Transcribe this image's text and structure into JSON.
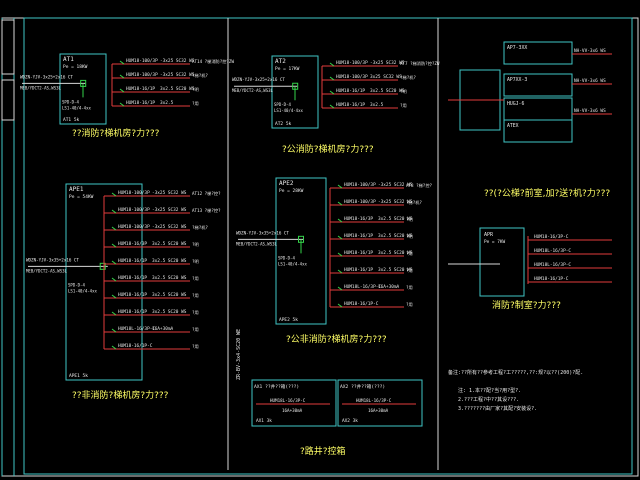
{
  "panels": [
    {
      "id": "AT1",
      "power": "Pe = 18KW",
      "captions": [
        "WDZN-YJV-3x25+2x16 CT",
        "MEB/YDCT2-AS,WS3L"
      ],
      "spd": [
        "SPD-D-4",
        "LS1-40/4-4xx"
      ],
      "bottom": "AT1 5k",
      "title": "??消防?梯机房?力???",
      "circuits": [
        {
          "breaker": "HUM18-100/3P",
          "cable": "-3x25 SC32 WS",
          "load": "AT14 ?梯消防?控?ZW"
        },
        {
          "breaker": "HUM18-100/3P",
          "cable": "-3x25 SC32 WS",
          "load": "?梯?机?"
        },
        {
          "breaker": "HUM18-16/1P",
          "cable": "3x2.5 SC20 WS",
          "load": "?明"
        },
        {
          "breaker": "HUM18-16/1P",
          "cable": "3x2.5",
          "load": "?用"
        }
      ]
    },
    {
      "id": "AT2",
      "power": "Pe = 17KW",
      "captions": [
        "WDZN-YJV-3x25+2x16 CT",
        "MEB/YDCT2-AS,WS3L"
      ],
      "spd": [
        "SPD-D-4",
        "LS1-40/4-4xx"
      ],
      "bottom": "AT2 5k",
      "title": "?公消防?梯机房?力???",
      "circuits": [
        {
          "breaker": "HUM18-100/3P",
          "cable": "-3x25 SC32 WS",
          "load": "AT7 ?梯消防?控?ZW"
        },
        {
          "breaker": "HUM18-100/3P",
          "cable": "3x25 SC32 WS",
          "load": "?梯?机?"
        },
        {
          "breaker": "HUM18-16/1P",
          "cable": "3x2.5 SC20 WS",
          "load": "?明"
        },
        {
          "breaker": "HUM18-16/1P",
          "cable": "3x2.5",
          "load": "?用"
        }
      ]
    },
    {
      "id": "APE1",
      "power": "Pe = 54KW",
      "captions": [
        "WDZN-YJV-3x35+2x16 CT",
        "MEB/YDCT2-AS,WS3L"
      ],
      "spd": [
        "SPD-D-4",
        "LS1-40/4-4xx"
      ],
      "bottom": "APE1 5k",
      "title": "??非消防?梯机房?力???",
      "circuits": [
        {
          "breaker": "HUM18-100/3P",
          "cable": "-3x25 SC32 WS",
          "load": "AT12 ?梯?控?"
        },
        {
          "breaker": "HUM18-100/3P",
          "cable": "-3x25 SC32 WS",
          "load": "AT13 ?梯?控?"
        },
        {
          "breaker": "HUM18-100/3P",
          "cable": "-3x25 SC32 WS",
          "load": "?梯?机?"
        },
        {
          "breaker": "HUM18-16/3P",
          "cable": "3x2.5 SC20 WS",
          "load": "?明"
        },
        {
          "breaker": "HUM18-16/1P",
          "cable": "3x2.5 SC20 WS",
          "load": "?明"
        },
        {
          "breaker": "HUM18-16/1P",
          "cable": "3x2.5 SC20 WS",
          "load": "?用"
        },
        {
          "breaker": "HUM18-16/1P",
          "cable": "3x2.5 SC20 WS",
          "load": "?用"
        },
        {
          "breaker": "HUM18-16/1P",
          "cable": "3x2.5 SC20 WS",
          "load": "?用"
        },
        {
          "breaker": "HUM18L-16/3P-C",
          "cable": "16A+30mA",
          "load": "?用"
        },
        {
          "breaker": "HUM18-16/1P-C",
          "cable": "",
          "load": "?用"
        }
      ]
    },
    {
      "id": "APE2",
      "power": "Pe = 28KW",
      "captions": [
        "WDZN-YJV-3x35+2x16 CT",
        "MEB/YDCT2-AS,WS3L"
      ],
      "spd": [
        "SPD-D-4",
        "LS1-40/4-4xx"
      ],
      "bottom": "APE2 5k",
      "title": "?公非消防?梯机房?力???",
      "circuits": [
        {
          "breaker": "HUM18-100/3P",
          "cable": "-3x25 SC32 WS",
          "load": "AT8 ?梯?控?"
        },
        {
          "breaker": "HUM18-100/3P",
          "cable": "-3x25 SC32 WS",
          "load": "?梯?机?"
        },
        {
          "breaker": "HUM18-16/3P",
          "cable": "3x2.5 SC20 WS",
          "load": "?明"
        },
        {
          "breaker": "HUM18-16/1P",
          "cable": "3x2.5 SC20 WS",
          "load": "?明"
        },
        {
          "breaker": "HUM18-16/1P",
          "cable": "3x2.5 SC20 WS",
          "load": "?用"
        },
        {
          "breaker": "HUM18-16/1P",
          "cable": "3x2.5 SC20 WS",
          "load": "?用"
        },
        {
          "breaker": "HUM18L-16/3P-C",
          "cable": "16A+30mA",
          "load": "?用"
        },
        {
          "breaker": "HUM18-16/1P-C",
          "cable": "",
          "load": "?用"
        }
      ]
    }
  ],
  "right_top": {
    "title": "??(?公梯?前室,加?送?机?力???",
    "boxes": [
      "AP7-3XX",
      "AP7XX-3",
      "HUGJ-6",
      "ATEX"
    ],
    "loads": [
      "NH-VV-3x6 WS",
      "NH-VV-3x6 WS",
      "NH-VV-3x6 WS"
    ]
  },
  "right_mid": {
    "title": "消防?制室?力???",
    "id": "APR",
    "power": "Pe = 7KW",
    "breakers": [
      "HUM18-16/3P-C",
      "HUM18L-16/3P-C",
      "HUM18L-16/3P-C",
      "HUM18-16/1P-C"
    ]
  },
  "bottom_boxes": [
    {
      "id": "AX1",
      "head": "AX1 ??井??箱(???)",
      "breaker": "HUM18L-16/3P-C",
      "rating": "16A+30mA",
      "foot": "AX1 3k"
    },
    {
      "id": "AX2",
      "head": "AX2 ??井??箱(???)",
      "breaker": "HUM18L-16/3P-C",
      "rating": "16A+30mA",
      "foot": "AX2 3k"
    }
  ],
  "bottom_caption": "?路井?控箱",
  "vertical_caption": "ZR-BV-3x4-SC20 WE",
  "notes": {
    "header": "备注:??所有??参考工程?工?????,??:规?以??(200)?配.",
    "lines": [
      "注: 1.本??配?当?用?型?.",
      "2.???工程?中??其设???.",
      "3.???????由厂家?其配?安装设?."
    ]
  }
}
